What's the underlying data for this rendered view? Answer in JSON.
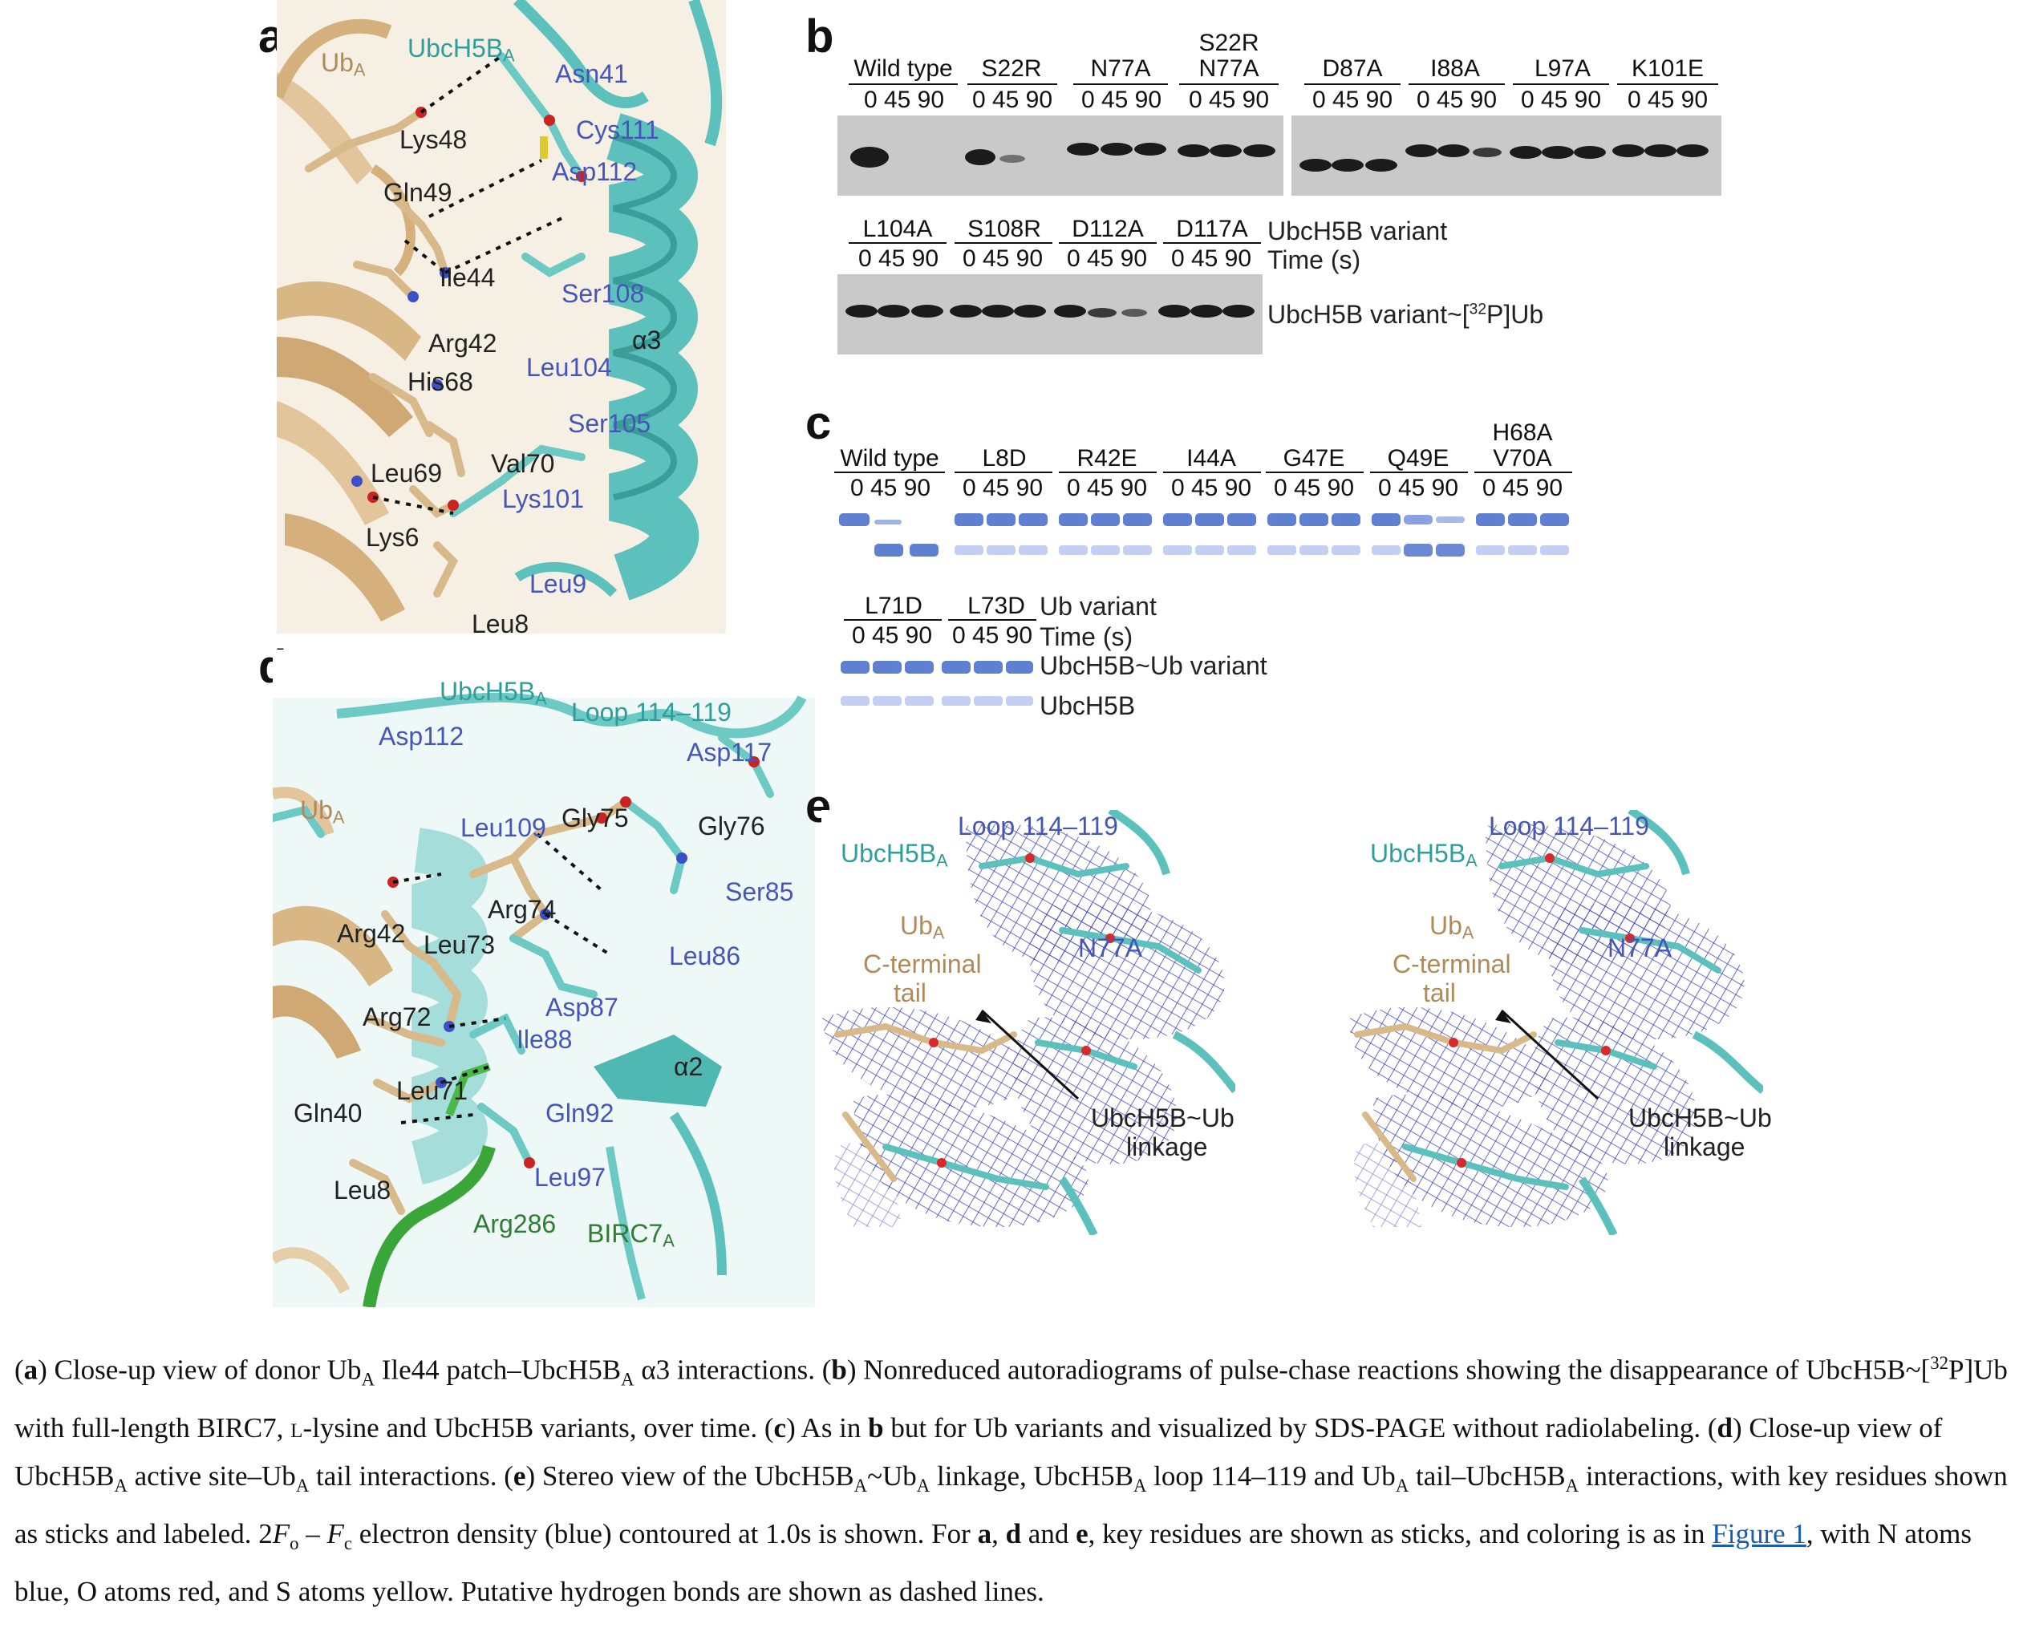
{
  "panel_letters": {
    "a": "a",
    "b": "b",
    "c": "c",
    "d": "d",
    "e": "e"
  },
  "panel_a": {
    "ub_label": "Ub",
    "ub_sub": "A",
    "ubc_label": "UbcH5B",
    "ubc_sub": "A",
    "helix": "α3",
    "residues_ub": [
      "Lys48",
      "Gln49",
      "Ile44",
      "Arg42",
      "His68",
      "Val70",
      "Leu69",
      "Lys6",
      "Leu8"
    ],
    "residues_ubc": [
      "Asn41",
      "Cys111",
      "Asp112",
      "Ser108",
      "Leu104",
      "Ser105",
      "Lys101",
      "Leu9"
    ]
  },
  "panel_b": {
    "row1_variants": [
      "Wild type",
      "S22R",
      "N77A",
      "S22R\nN77A"
    ],
    "row1b_variants": [
      "D87A",
      "I88A",
      "L97A",
      "K101E"
    ],
    "row2_variants": [
      "L104A",
      "S108R",
      "D112A",
      "D117A"
    ],
    "time_points": "0 45 90",
    "legend_variant": "UbcH5B variant",
    "legend_time": "Time (s)",
    "band_label": "UbcH5B variant~[",
    "band_sup": "32",
    "band_label_end": "P]Ub"
  },
  "panel_c": {
    "row1_variants": [
      "Wild type",
      "L8D",
      "R42E",
      "I44A",
      "G47E",
      "Q49E",
      "H68A\nV70A"
    ],
    "row2_variants": [
      "L71D",
      "L73D"
    ],
    "time_points": "0 45 90",
    "legend_variant": "Ub variant",
    "legend_time": "Time (s)",
    "band_upper": "UbcH5B~Ub variant",
    "band_lower": "UbcH5B"
  },
  "panel_d": {
    "ubc_label": "UbcH5B",
    "ubc_sub": "A",
    "ub_label": "Ub",
    "ub_sub": "A",
    "birc_label": "BIRC7",
    "birc_sub": "A",
    "loop": "Loop 114–119",
    "helix": "α2",
    "residues_ub": [
      "Gly75",
      "Gly76",
      "Arg42",
      "Leu73",
      "Arg74",
      "Arg72",
      "Leu71",
      "Gln40",
      "Leu8"
    ],
    "residues_ubc": [
      "Asp112",
      "Asp117",
      "Leu109",
      "Ser85",
      "Leu86",
      "Asp87",
      "Ile88",
      "Gln92",
      "Leu97"
    ],
    "residues_birc": [
      "Arg286"
    ]
  },
  "panel_e": {
    "ubc_label": "UbcH5B",
    "ubc_sub": "A",
    "loop": "Loop 114–119",
    "ub_label": "Ub",
    "ub_sub": "A",
    "tail_line1": "C-terminal",
    "tail_line2": "tail",
    "n77a": "N77A",
    "linkage_line1": "UbcH5B~Ub",
    "linkage_line2": "linkage"
  },
  "caption": {
    "a_tag": "a",
    "a_text_1": ") Close-up view of donor Ub",
    "a_text_2": " Ile44 patch–UbcH5B",
    "a_text_3": " α3 interactions. (",
    "b_tag": "b",
    "b_text_1": ") Nonreduced autoradiograms of pulse-chase reactions showing the disappearance of UbcH5B~[",
    "b_sup": "32",
    "b_text_2": "P]Ub with full-length BIRC7, ",
    "b_lys": "l",
    "b_text_3": "-lysine and UbcH5B variants, over time. (",
    "c_tag": "c",
    "c_text_1": ") As in ",
    "c_b": "b",
    "c_text_2": " but for Ub variants and visualized by SDS-PAGE without radiolabeling. (",
    "d_tag": "d",
    "d_text_1": ") Close-up view of UbcH5B",
    "d_text_2": " active site–Ub",
    "d_text_3": " tail interactions. (",
    "e_tag": "e",
    "e_text_1": ") Stereo view of the UbcH5B",
    "e_text_2": "~Ub",
    "e_text_3": " linkage, UbcH5B",
    "e_text_4": " loop 114–119 and Ub",
    "e_text_5": " tail–UbcH5B",
    "e_text_6": " interactions, with key residues shown as sticks and labeled. 2",
    "e_fo": "F",
    "e_o": "o",
    "e_minus": " – ",
    "e_fc": "F",
    "e_c": "c",
    "e_text_7": " electron density (blue) contoured at 1.0s is shown. For ",
    "e_bold_a": "a",
    "e_comma": ", ",
    "e_bold_d": "d",
    "e_and": " and ",
    "e_bold_e": "e",
    "e_text_8": ", key residues are shown as sticks, and coloring is as in ",
    "fig_link": "Figure 1",
    "e_text_9": ", with N atoms blue, O atoms red, and S atoms yellow. Putative hydrogen bonds are shown as dashed lines.",
    "sub_A": "A"
  }
}
